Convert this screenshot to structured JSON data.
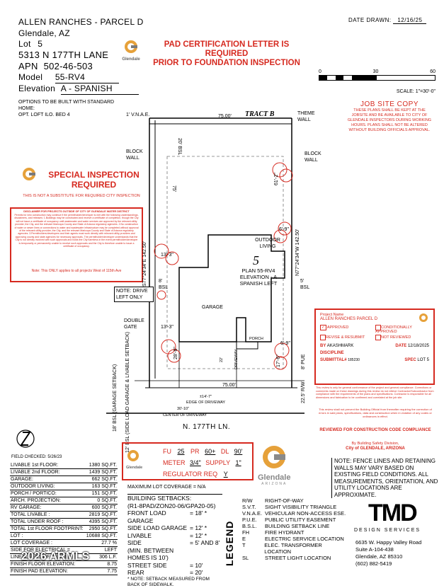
{
  "header": {
    "project": "ALLEN RANCHES - PARCEL D",
    "city": "Glendale, AZ",
    "lot_label": "Lot",
    "lot": "5",
    "address": "5313 N 177TH LANE",
    "apn_label": "APN",
    "apn": "502-46-503",
    "model_label": "Model",
    "model": "55-RV4",
    "elevation_label": "Elevation",
    "elevation": "A - SPANISH",
    "options_title": "OPTIONS TO BE BUILT WITH STANDARD HOME:",
    "options": "OPT. LOFT ILO. BED 4"
  },
  "date_drawn": {
    "label": "DATE DRAWN:",
    "value": "12/16/25"
  },
  "pad_cert": {
    "line1": "PAD CERTIFICATION LETTER IS REQUIRED",
    "line2": "PRIOR TO FOUNDATION INSPECTION"
  },
  "glendale": {
    "name": "Glendale",
    "sub": "ARIZONA"
  },
  "scale": {
    "ticks": [
      "0",
      "30",
      "60"
    ],
    "label": "SCALE: 1\"=30'-0\""
  },
  "job_site": {
    "title": "JOB SITE COPY",
    "text": "THESE PLANS SHALL BE KEPT AT THE JOBSITE AND BE AVAILABLE TO CITY OF GLENDALE INSPECTORS DURING WORKING HOURS. PLANS SHALL NOT BE ALTERED WITHOUT BUILDING OFFICIALS APPROVAL."
  },
  "special": {
    "line1": "SPECIAL INSPECTION",
    "line2": "REQUIRED",
    "note": "THIS IS NOT A SUBSTITUTE FOR REQUIRED CITY INSPECTION"
  },
  "disclaimer": {
    "title": "DISCLAIMER FOR PROJECTS OUTSIDE OF CITY OF GLENDALE WATER DISTRICT",
    "body": "Permits for new construction may continue if the permitholder/developer is met with the following understandings, disclaimers, and releases: 1.Buildings may be constructed and receive a certificate of completion, though the City will not issue a certificate of occupancy until wastewater and water services are approved by the relevant utility provider, the City, and the relevant Maricopa County and State of Arizona regulatory agencies. 2.No construction of water or sewer lines or connections to water and wastewater infrastructure may be completed without approval of the relevant utility provider, the City, and the relevant Maricopa County and State of Arizona regulatory agencies. 3.Permitholders/developers and their agents must work directly with relevant utility providers and approving county and state agencies for necessary approvals. The permitholder/developer understands that the City is not directly involved with such approvals and holds the City harmless in the event permitholder/developer is temporarily or permanently unable to receive such approvals and the City is therefore unable to issue a certificate of occupancy.",
    "footer": "Note: This ONLY applies to all projects West of 115th Ave"
  },
  "site": {
    "tract": "TRACT B",
    "vnae": "1' V.N.A.E.",
    "width_top": "75.00'",
    "theme_wall": "THEME WALL",
    "block_wall_l": "BLOCK WALL",
    "block_wall_r": "BLOCK WALL",
    "rear_bsl": "20' BSL",
    "depth_75": "75'",
    "side_l": "S77°24'34\"E 142.50'",
    "side_r": "N77°24'34\"W 142.50'",
    "bsl_8": "8' BSL",
    "bsl_5": "5' BSL",
    "tree_r1": "61'-2\"",
    "tree_r2": "6'-9\"",
    "tree_l1": "13'-3\"",
    "tree_l2": "13'-3\"",
    "tree_l3": "28'-8\"",
    "tree_r3": "6'-9\"",
    "tree_r4": "17'-6\"",
    "outdoor": "OUTDOOR LIVING",
    "lot_num": "5",
    "plan": "PLAN 55-RV4 ELEVATION - A SPANISH LEFT",
    "drive_note": "NOTE: DRIVE LEFT ONLY",
    "garage": "GARAGE",
    "double_gate": "DOUBLE GATE",
    "porch": "PORCH",
    "driveway": "DRIVEWAY",
    "dim_22": "22'",
    "dim_8": "8'",
    "pue": "8' PUE",
    "rw": "22.5' R/W",
    "width_bottom": "75.00'",
    "edge_drive": "EDGE OF DRIVEWAY",
    "d14": "±14'-7\"",
    "d30": "30'-10\"",
    "center_drive": "CENTER OF DRIVEWAY",
    "street": "N. 177TH LN.",
    "he_bsl": "18' BSL (GARAGE SETBACK)",
    "sl_bsl": "12' BSL (SIDE LOAD GARAGE & LIVABLE SETBACK)"
  },
  "field_checked": "FIELD CHECKED: 5/26/23",
  "review": {
    "project_name_label": "Project Name",
    "project_name": "ALLEN RANCHES PARCEL D",
    "approved": "APPROVED",
    "cond": "CONDITIONALLY APPROVED",
    "revise": "REVISE & RESUBMIT",
    "not_reviewed": "NOT REVIEWED",
    "by_label": "BY",
    "by": "AKASHMARK",
    "date_label": "DATE",
    "date": "12/18/2025",
    "discipline_label": "DISCIPLINE",
    "submittal_label": "SUBMITTAL#",
    "submittal": "185230",
    "spec_label": "SPEC",
    "spec": "LOT 5",
    "fine1": "This review is only for general conformance of the project and general compliance. Corrections or comments made on these drawings during this review do not relieve Contractor/Subcontractor from compliance with the requirements of the plans and specifications. Contractor is responsible for all dimensions and fabrication to be confirmed and correlated at the job site.",
    "fine2": "This review shall not prevent the Building Official from thereafter requiring the correction of errors in said plans, specifications, data and construction when in violation of any codes or ordinances in effect.",
    "reviewed": "REVIEWED FOR CONSTRUCTION CODE COMPLIANCE",
    "by_div": "By Building Safety Division,",
    "city": "City of GLENDALE, ARIZONA"
  },
  "fu_box": {
    "fu_label": "FU",
    "fu": "25",
    "pr_label": "PR",
    "pr": "60+",
    "dl_label": "DL",
    "dl": "90'",
    "meter_label": "METER",
    "meter": "3/4\"",
    "supply_label": "SUPPLY",
    "supply": "1\"",
    "reg_label": "REGULATOR REQ",
    "reg": "Y"
  },
  "note_right": "NOTE: FENCE LINES AND RETAINING WALLS MAY VARY BASED ON EXISTING FIELD CONDITIONS. ALL MEASUREMENTS, ORIENTATION, AND UTILITY LOCATIONS ARE APPROXIMATE.",
  "max_cov": "MAXIMUM LOT COVERAGE = N/A",
  "areas": [
    [
      "LIVABLE 1st FLOOR:",
      "1380 SQ.FT."
    ],
    [
      "LIVABLE 2nd FLOOR:",
      "1439 SQ.FT."
    ],
    [
      "GARAGE:",
      "662 SQ.FT."
    ],
    [
      "OUTDOOR LIVING:",
      "163 SQ.FT."
    ],
    [
      "PORCH / PORTICO:",
      "151 SQ.FT."
    ],
    [
      "ARCH. PROJECTION:",
      "0 SQ.FT."
    ],
    [
      "RV GARAGE:",
      "600 SQ.FT."
    ],
    [
      "TOTAL LIVABLE :",
      "2819 SQ.FT."
    ],
    [
      "TOTAL UNDER ROOF :",
      "4395 SQ.FT."
    ],
    [
      "TOTAL 1st FLOOR FOOTPRINT:",
      "2950 SQ.FT."
    ],
    [
      "LOT :",
      "10688 SQ.FT."
    ],
    [
      "LOT COVERAGE :",
      "27.7 %"
    ],
    [
      "SIDE FOR ELECTRICAL =",
      "LEFT"
    ],
    [
      "LINEAL FEET OF FENCE:",
      "306 L.F."
    ],
    [
      "FINISH FLOOR ELEVATION:",
      "8.75"
    ],
    [
      "FINISH PAD ELEVATION:",
      "7.75"
    ]
  ],
  "setbacks": {
    "title": "BUILDING SETBACKS:",
    "zone": "(R1-8PAD/ZON20-06/GPA20-05)",
    "rows": [
      [
        "FRONT LOAD GARAGE",
        "= 18' *"
      ],
      [
        "SIDE LOAD GARAGE",
        "= 12' *"
      ],
      [
        "LIVABLE",
        "= 12' *"
      ],
      [
        "SIDE",
        "= 5' AND 8'"
      ],
      [
        "(MIN. BETWEEN HOMES IS 10')",
        ""
      ],
      [
        "STREET SIDE",
        "= 10'"
      ],
      [
        "REAR",
        "= 20'"
      ]
    ],
    "note": "* NOTE: SETBACK MEASURED FROM BACK OF SIDEWALK."
  },
  "legend": {
    "title": "LEGEND",
    "rows": [
      [
        "R/W",
        "RIGHT-OF-WAY"
      ],
      [
        "S.V.T.",
        "SIGHT VISIBILITY TRIANGLE"
      ],
      [
        "V.N.A.E.",
        "VEHICULAR NON-ACCESS ESE."
      ],
      [
        "P.U.E.",
        "PUBLIC UTILITY EASEMENT"
      ],
      [
        "B.S.L.",
        "BUILDING SETBACK LINE"
      ],
      [
        "FH",
        "FIRE HYDRANT"
      ],
      [
        "E",
        "ELECTRIC SERVICE LOCATION"
      ],
      [
        "T",
        "ELEC. TRANSFORMER LOCATION"
      ],
      [
        "SL",
        "STREET LIGHT LOCATION"
      ]
    ]
  },
  "firm": {
    "logo": "TMD",
    "name": "DESIGN SERVICES",
    "addr1": "6635 W. Happy Valley Road",
    "addr2": "Suite A-104-438",
    "addr3": "Glendale, AZ 85310",
    "phone": "(602) 882-5419"
  },
  "watermark": "2026 ARMLS"
}
